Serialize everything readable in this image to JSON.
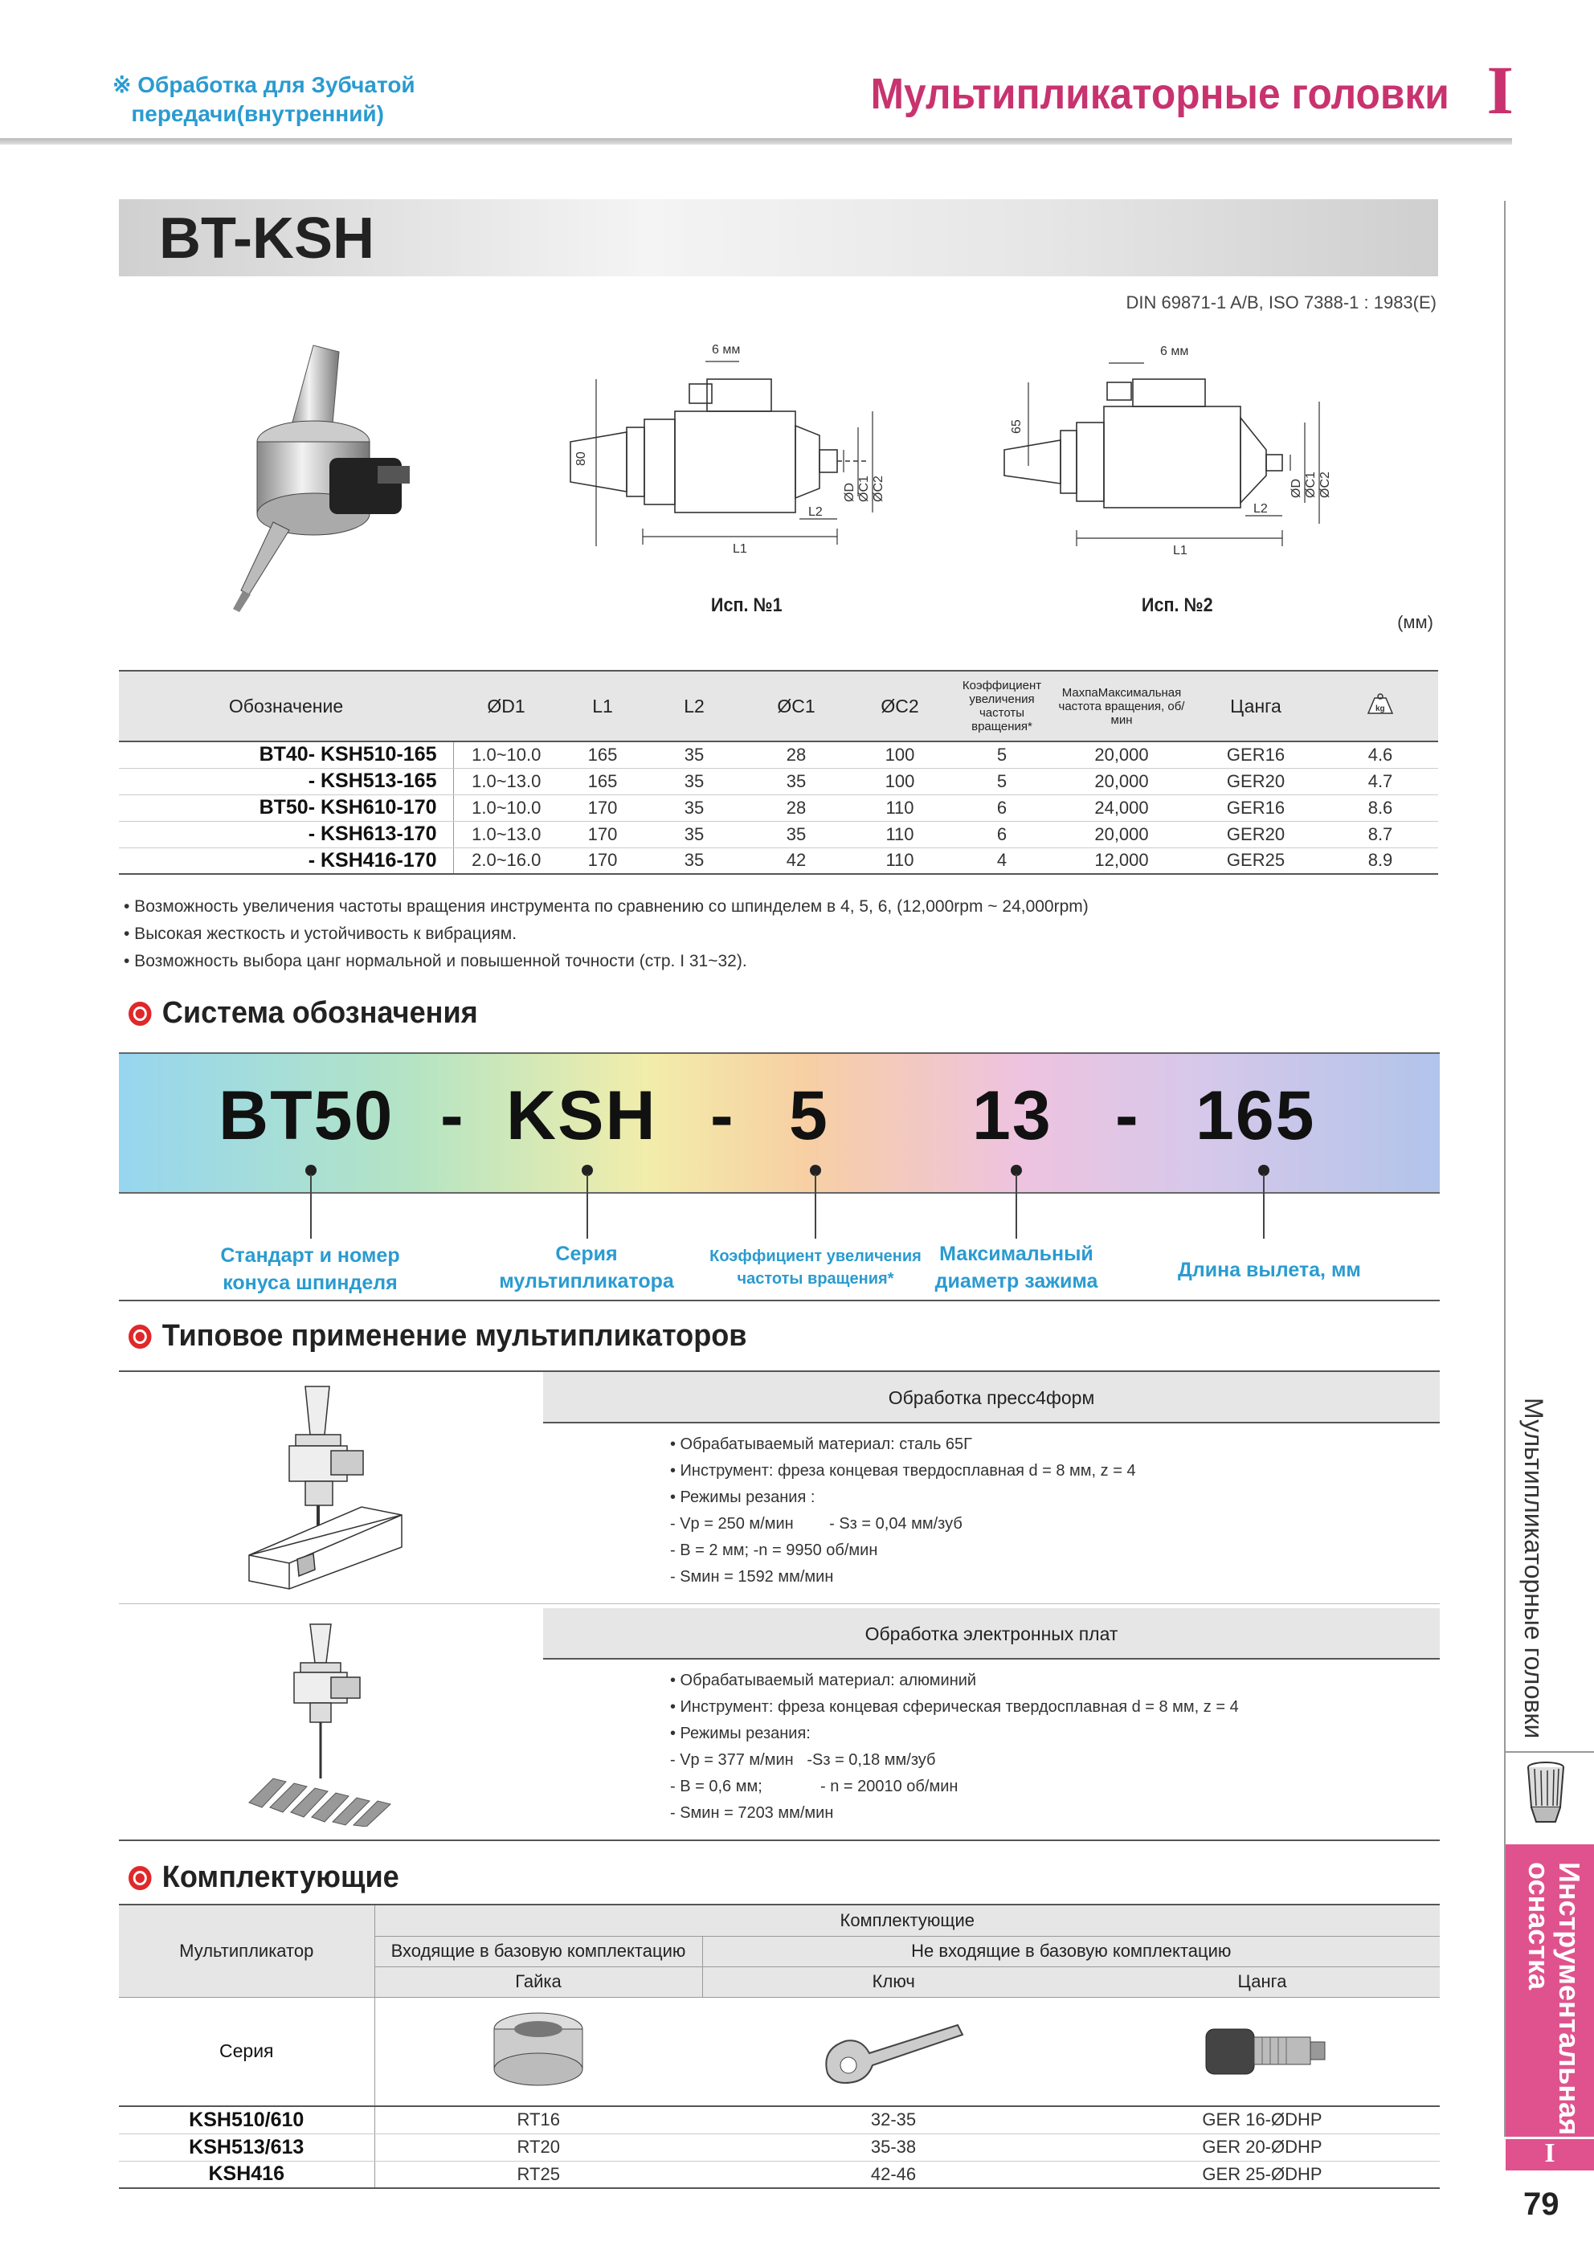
{
  "header": {
    "note": "※ Обработка для Зубчатой\n   передачи(внутренний)",
    "title": "Мультипликаторные головки",
    "roman": "I"
  },
  "side": {
    "text": "Мультипликаторные головки",
    "pink_text": "Инструментальная\nоснастка",
    "roman": "I",
    "page": "79"
  },
  "product": {
    "title": "BT-KSH",
    "standard": "DIN 69871-1 A/B, ISO 7388-1 : 1983(E)",
    "unit": "(мм)"
  },
  "drawings": {
    "d1": {
      "caption": "Исп. №1",
      "dim_top": "6 мм",
      "dim_h": "80",
      "L1": "L1",
      "L2": "L2",
      "D": "ØD",
      "C1": "ØC1",
      "C2": "ØC2"
    },
    "d2": {
      "caption": "Исп. №2",
      "dim_top": "6 мм",
      "dim_h": "65",
      "L1": "L1",
      "L2": "L2",
      "D": "ØD",
      "C1": "ØC1",
      "C2": "ØC2"
    }
  },
  "spec": {
    "headers": [
      "Обозначение",
      "ØD1",
      "L1",
      "L2",
      "ØC1",
      "ØC2",
      "Коэффициент увеличения частоты вращения*",
      "МахпаМаксимальная частота вращения, об/мин",
      "Цанга",
      "kg"
    ],
    "rows": [
      [
        "BT40- KSH510-165",
        "1.0~10.0",
        "165",
        "35",
        "28",
        "100",
        "5",
        "20,000",
        "GER16",
        "4.6"
      ],
      [
        "- KSH513-165",
        "1.0~13.0",
        "165",
        "35",
        "35",
        "100",
        "5",
        "20,000",
        "GER20",
        "4.7"
      ],
      [
        "BT50- KSH610-170",
        "1.0~10.0",
        "170",
        "35",
        "28",
        "110",
        "6",
        "24,000",
        "GER16",
        "8.6"
      ],
      [
        "- KSH613-170",
        "1.0~13.0",
        "170",
        "35",
        "35",
        "110",
        "6",
        "20,000",
        "GER20",
        "8.7"
      ],
      [
        "- KSH416-170",
        "2.0~16.0",
        "170",
        "35",
        "42",
        "110",
        "4",
        "12,000",
        "GER25",
        "8.9"
      ]
    ]
  },
  "bullets": [
    "• Возможность увеличения частоты вращения инструмента по сравнению со шпинделем в 4, 5, 6, (12,000rpm ~ 24,000rpm)",
    "• Высокая жесткость и устойчивость к вибрациям.",
    "• Возможность выбора цанг нормальной и повышенной точности (стр. I 31~32)."
  ],
  "designation": {
    "heading": "Система обозначения",
    "parts": [
      "BT50",
      "-",
      "KSH",
      "-",
      "5",
      "13",
      "-",
      "165"
    ],
    "labels": [
      "Стандарт и номер\nконуса шпинделя",
      "Серия\nмультипликатора",
      "Коэффициент увеличения\nчастоты вращения*",
      "Максимальный\nдиаметр зажима",
      "Длина вылета, мм"
    ]
  },
  "applications": {
    "heading": "Типовое применение мультипликаторов",
    "items": [
      {
        "title": "Обработка пресс4форм",
        "lines": "• Обрабатываемый материал: сталь 65Г\n• Инструмент: фреза концевая твердосплавная d = 8 мм, z = 4\n• Режимы резания :\n- Vp = 250 м/мин        - Sз = 0,04 мм/зуб\n- B = 2 мм; -n = 9950 об/мин\n- Sмин = 1592 мм/мин"
      },
      {
        "title": "Обработка электронных плат",
        "lines": "• Обрабатываемый материал: алюминий\n• Инструмент: фреза концевая сферическая твердосплавная d = 8 мм, z = 4\n• Режимы резания:\n- Vp = 377 м/мин   -Sз = 0,18 мм/зуб\n- B = 0,6 мм;             - n = 20010 об/мин\n- Sмин = 7203 мм/мин"
      }
    ]
  },
  "accessories": {
    "heading": "Комплектующие",
    "col_group": "Комплектующие",
    "col_mult": "Мультипликатор",
    "col_included": "Входящие в базовую комплектацию",
    "col_not_included": "Не входящие в базовую комплектацию",
    "col_nut": "Гайка",
    "col_key": "Ключ",
    "col_collet": "Цанга",
    "series_label": "Серия",
    "rows": [
      [
        "KSH510/610",
        "RT16",
        "32-35",
        "GER 16-ØDHP"
      ],
      [
        "KSH513/613",
        "RT20",
        "35-38",
        "GER 20-ØDHP"
      ],
      [
        "KSH416",
        "RT25",
        "42-46",
        "GER 25-ØDHP"
      ]
    ]
  }
}
